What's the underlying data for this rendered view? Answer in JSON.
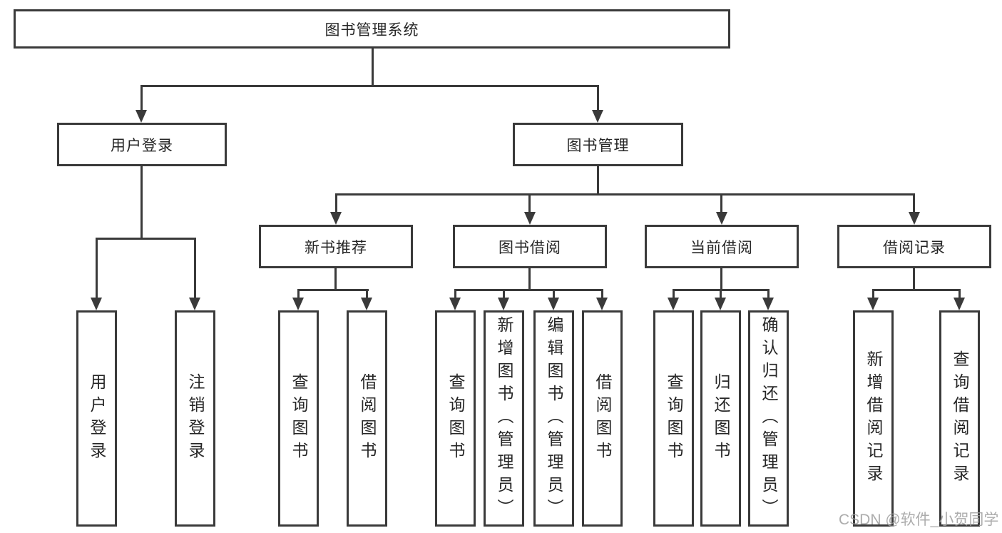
{
  "title": "图书管理系统",
  "watermark": "CSDN @软件_小贺同学",
  "colors": {
    "line": "#3a3a3a",
    "text": "#262626",
    "background": "#ffffff",
    "watermark": "#9e9e9e"
  },
  "tree": {
    "label": "图书管理系统",
    "children": [
      {
        "label": "用户登录",
        "children": [
          {
            "label": "用户登录"
          },
          {
            "label": "注销登录"
          }
        ]
      },
      {
        "label": "图书管理",
        "children": [
          {
            "label": "新书推荐",
            "children": [
              {
                "label": "查询图书"
              },
              {
                "label": "借阅图书"
              }
            ]
          },
          {
            "label": "图书借阅",
            "children": [
              {
                "label": "查询图书"
              },
              {
                "label": "新增图书（管理员）"
              },
              {
                "label": "编辑图书（管理员）"
              },
              {
                "label": "借阅图书"
              }
            ]
          },
          {
            "label": "当前借阅",
            "children": [
              {
                "label": "查询图书"
              },
              {
                "label": "归还图书"
              },
              {
                "label": "确认归还（管理员）"
              }
            ]
          },
          {
            "label": "借阅记录",
            "children": [
              {
                "label": "新增借阅记录"
              },
              {
                "label": "查询借阅记录"
              }
            ]
          }
        ]
      }
    ]
  }
}
